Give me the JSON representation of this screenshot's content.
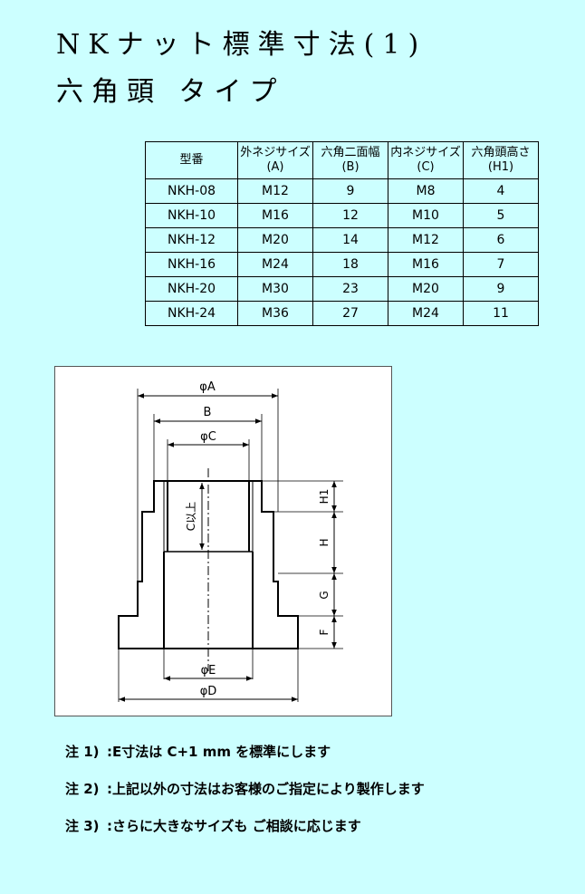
{
  "title": {
    "line1": "NKナット標準寸法(1)",
    "line2": "六角頭 タイプ"
  },
  "table": {
    "headers": [
      {
        "line1": "型番",
        "line2": ""
      },
      {
        "line1": "外ネジサイズ",
        "line2": "(A)"
      },
      {
        "line1": "六角二面幅",
        "line2": "(B)"
      },
      {
        "line1": "内ネジサイズ",
        "line2": "(C)"
      },
      {
        "line1": "六角頭高さ",
        "line2": "(H1)"
      }
    ],
    "rows": [
      [
        "NKH-08",
        "M12",
        "9",
        "M8",
        "4"
      ],
      [
        "NKH-10",
        "M16",
        "12",
        "M10",
        "5"
      ],
      [
        "NKH-12",
        "M20",
        "14",
        "M12",
        "6"
      ],
      [
        "NKH-16",
        "M24",
        "18",
        "M16",
        "7"
      ],
      [
        "NKH-20",
        "M30",
        "23",
        "M20",
        "9"
      ],
      [
        "NKH-24",
        "M36",
        "27",
        "M24",
        "11"
      ]
    ]
  },
  "drawing": {
    "labels": {
      "phiA": "φA",
      "B": "B",
      "phiC": "φC",
      "phiE": "φE",
      "phiD": "φD",
      "H1": "H1",
      "H": "H",
      "G": "G",
      "F": "F",
      "c_above": "C以上"
    },
    "colors": {
      "line": "#000000",
      "background": "#ffffff"
    }
  },
  "notes": [
    {
      "no": "注 1)",
      "text": ":E寸法は C+1 mm を標準にします"
    },
    {
      "no": "注 2)",
      "text": ":上記以外の寸法はお客様のご指定により製作します"
    },
    {
      "no": "注 3)",
      "text": ":さらに大きなサイズも ご相談に応じます"
    }
  ]
}
